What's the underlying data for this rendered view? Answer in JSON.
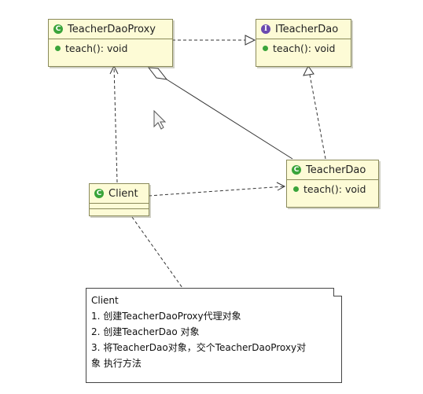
{
  "classes": {
    "proxy": {
      "name": "TeacherDaoProxy",
      "badge": "C",
      "method": "teach(): void"
    },
    "interface": {
      "name": "ITeacherDao",
      "badge": "I",
      "method": "teach(): void"
    },
    "dao": {
      "name": "TeacherDao",
      "badge": "C",
      "method": "teach(): void"
    },
    "client": {
      "name": "Client",
      "badge": "C"
    }
  },
  "note": {
    "lines": [
      "Client",
      "1. 创建TeacherDaoProxy代理对象",
      "2. 创建TeacherDao 对象",
      "3. 将TeacherDao对象，交个TeacherDaoProxy对",
      "象 执行方法"
    ]
  }
}
